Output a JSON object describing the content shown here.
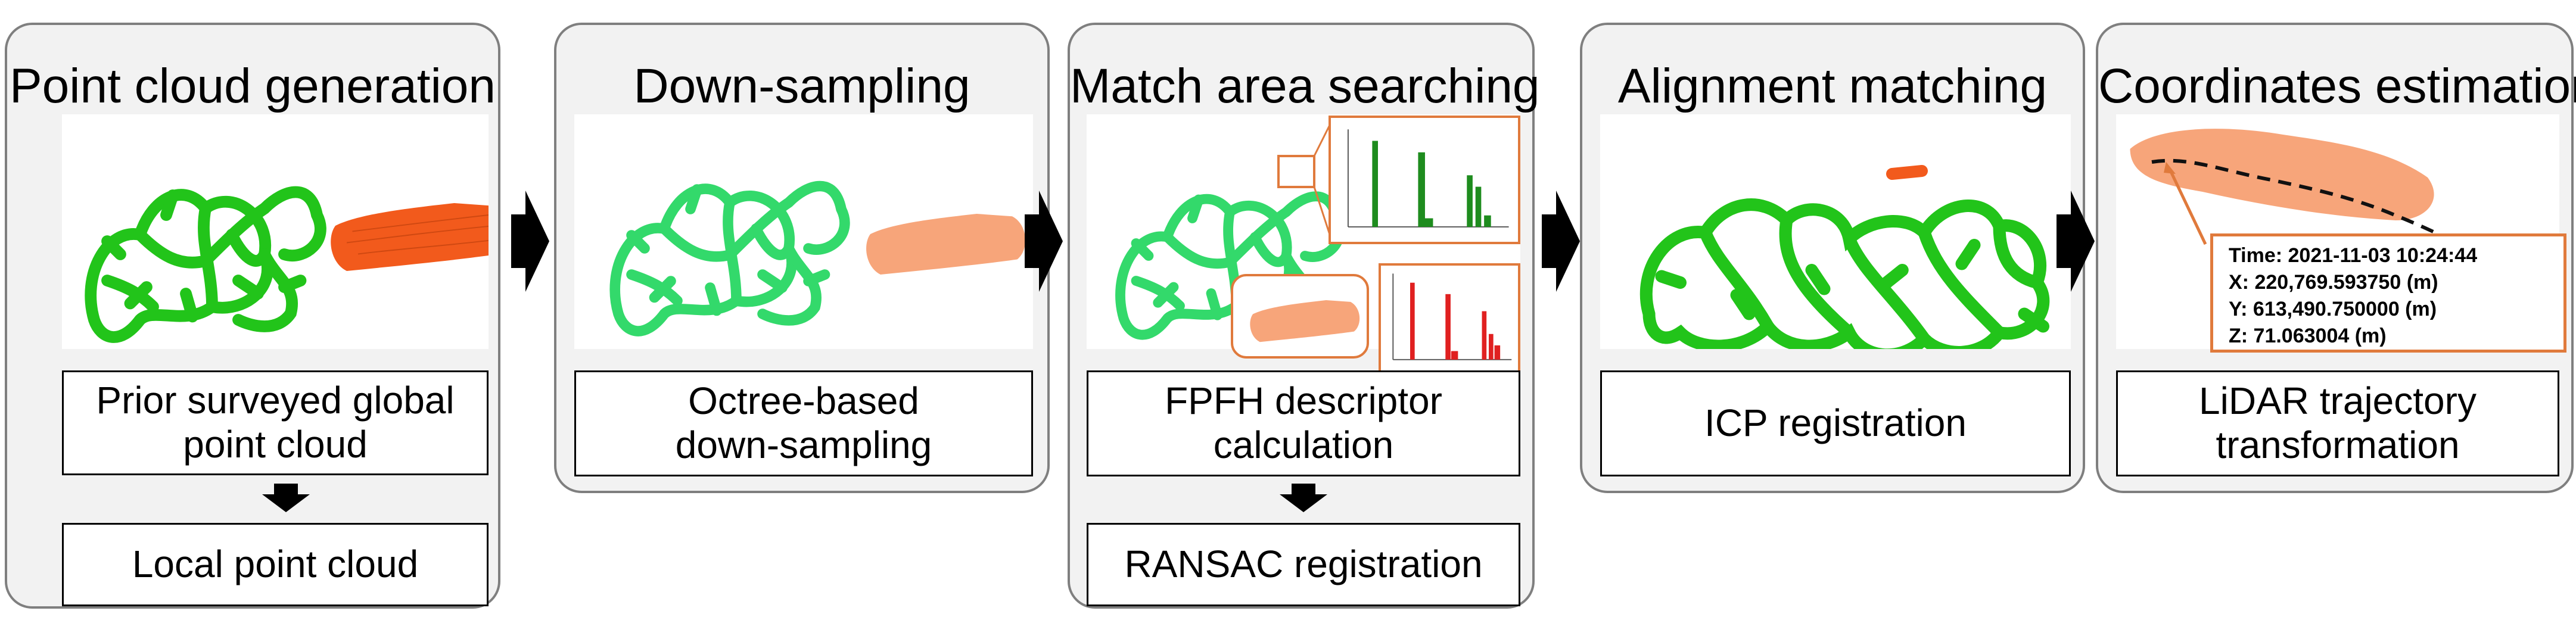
{
  "stages": [
    {
      "title": "Point cloud generation",
      "box1": "Prior surveyed global\npoint cloud",
      "box2": "Local point cloud"
    },
    {
      "title": "Down-sampling",
      "box1": "Octree-based\ndown-sampling"
    },
    {
      "title": "Match area searching",
      "box1": "FPFH descriptor\ncalculation",
      "box2": "RANSAC registration"
    },
    {
      "title": "Alignment matching",
      "box1": "ICP registration"
    },
    {
      "title": "Coordinates estimation",
      "box1": "LiDAR trajectory\ntransformation"
    }
  ],
  "coordinates": {
    "time": "Time: 2021-11-03 10:24:44",
    "x": "X: 220,769.593750 (m)",
    "y": "Y: 613,490.750000 (m)",
    "z": "Z: 71.063004 (m)"
  },
  "colors": {
    "global_cloud_bright": "#22c41a",
    "global_cloud_light": "#33d96b",
    "local_cloud_dark": "#f25a1c",
    "local_cloud_light": "#f7a57a",
    "histogram_green": "#1e8c1e",
    "histogram_red": "#e02020",
    "highlight_orange": "#e07a3c",
    "stage_fill": "#f2f2f2",
    "stage_border": "#7f7f7f"
  }
}
